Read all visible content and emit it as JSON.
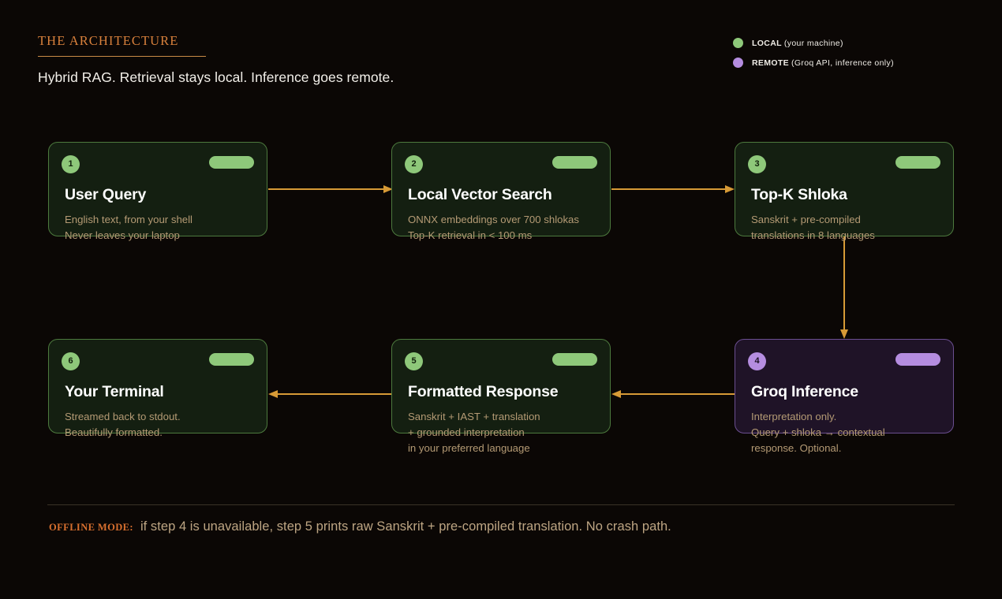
{
  "header": {
    "eyebrow": "THE ARCHITECTURE",
    "subtitle": "Hybrid RAG. Retrieval stays local. Inference goes remote."
  },
  "legend": {
    "items": [
      {
        "key": "local",
        "label": "LOCAL",
        "note": "(your machine)",
        "color": "#8ec87a"
      },
      {
        "key": "remote",
        "label": "REMOTE",
        "note": "(Groq API, inference only)",
        "color": "#b58de0"
      }
    ]
  },
  "flow": {
    "nodes": [
      {
        "num": "1",
        "title": "User Query",
        "desc": [
          "English text, from your shell",
          "Never leaves your laptop"
        ],
        "zone": "local"
      },
      {
        "num": "2",
        "title": "Local Vector Search",
        "desc": [
          "ONNX embeddings over 700 shlokas",
          "Top-K retrieval in < 100 ms"
        ],
        "zone": "local"
      },
      {
        "num": "3",
        "title": "Top-K Shloka",
        "desc": [
          "Sanskrit + pre-compiled",
          "translations in 8 languages"
        ],
        "zone": "local"
      },
      {
        "num": "4",
        "title": "Groq Inference",
        "desc": [
          "Interpretation only.",
          "Query + shloka → contextual",
          "response. Optional."
        ],
        "zone": "remote"
      },
      {
        "num": "5",
        "title": "Formatted Response",
        "desc": [
          "Sanskrit + IAST + translation",
          "+ grounded interpretation",
          "in your preferred language"
        ],
        "zone": "local"
      },
      {
        "num": "6",
        "title": "Your Terminal",
        "desc": [
          "Streamed back to stdout.",
          "Beautifully formatted."
        ],
        "zone": "local"
      }
    ],
    "connector_color": "#d79a36"
  },
  "footer": {
    "label": "OFFLINE MODE:",
    "text": "if step 4 is unavailable, step 5 prints raw Sanskrit + pre-compiled translation. No crash path."
  },
  "colors": {
    "background": "#0b0705",
    "accent_orange": "#d9813c",
    "local_green": "#8ec87a",
    "remote_purple": "#b58de0",
    "arrow": "#d79a36"
  }
}
